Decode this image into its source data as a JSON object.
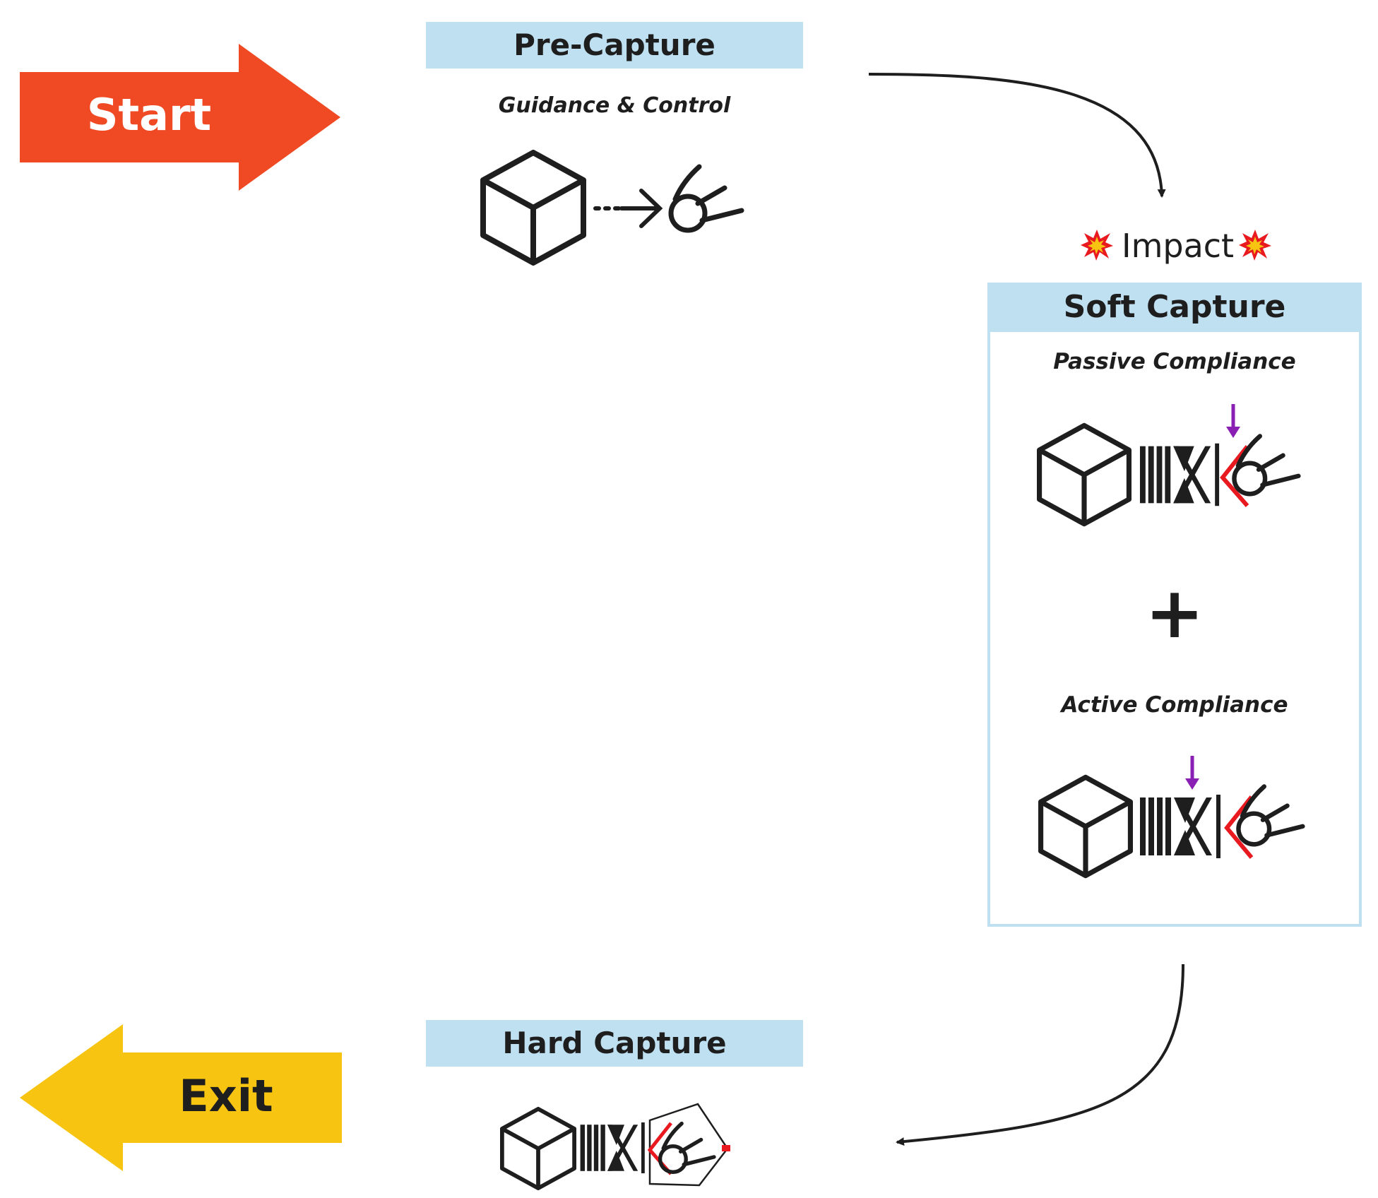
{
  "start_label": "Start",
  "exit_label": "Exit",
  "pre_capture": {
    "title": "Pre-Capture",
    "subtitle": "Guidance & Control"
  },
  "impact_label": "Impact",
  "soft_capture": {
    "title": "Soft Capture",
    "passive_label": "Passive Compliance",
    "plus": "+",
    "active_label": "Active Compliance"
  },
  "hard_capture": {
    "title": "Hard Capture"
  },
  "colors": {
    "start_arrow": "#f04a25",
    "exit_arrow": "#f7c412",
    "banner": "#bfe0f1",
    "box_border": "#bfe0f1",
    "accent_red": "#e8191f",
    "purple": "#8a1fb3"
  },
  "icons": [
    "cube-icon",
    "satellite-grapple-icon",
    "spring-damper-icon",
    "impact-icon",
    "arrow-icon"
  ]
}
